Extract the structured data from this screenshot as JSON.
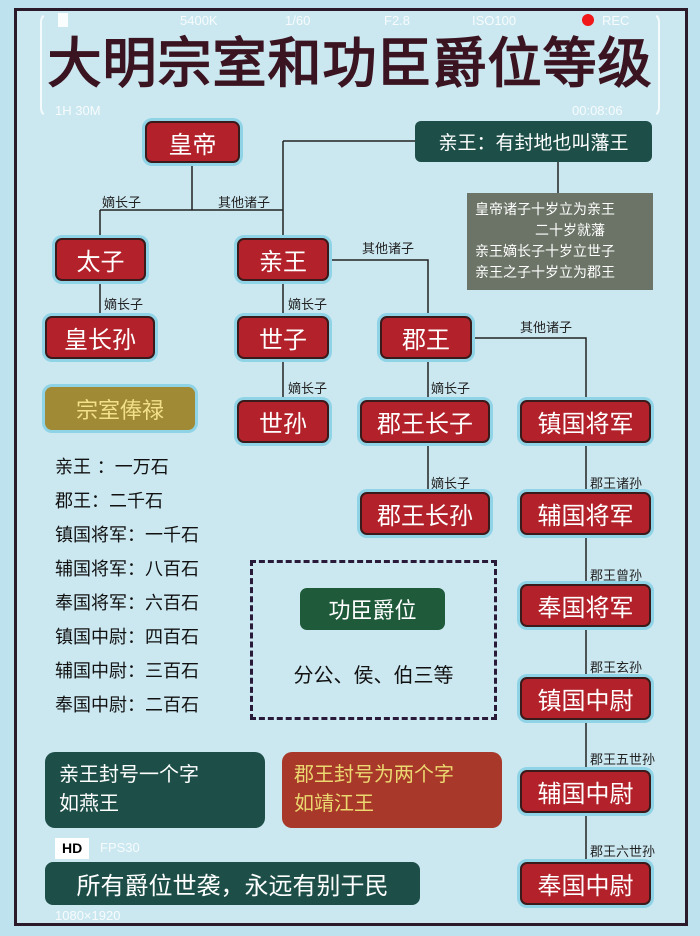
{
  "title": "大明宗室和功臣爵位等级",
  "nodes": {
    "emperor": "皇帝",
    "prince_note": "亲王：有封地也叫藩王",
    "crown_prince": "太子",
    "prince": "亲王",
    "eldest_grandson": "皇长孙",
    "heir": "世子",
    "commandery_prince": "郡王",
    "heir_grandson": "世孙",
    "cp_eldest_son": "郡王长子",
    "cp_eldest_grandson": "郡王长孙",
    "r1": "镇国将军",
    "r2": "辅国将军",
    "r3": "奉国将军",
    "r4": "镇国中尉",
    "r5": "辅国中尉",
    "r6": "奉国中尉"
  },
  "note_lines": [
    "皇帝诸子十岁立为亲王",
    "二十岁就藩",
    "亲王嫡长子十岁立世子",
    "亲王之子十岁立为郡王"
  ],
  "edge_labels": {
    "eldest_son": "嫡长子",
    "other_sons": "其他诸子",
    "cp_grandsons": "郡王诸孙",
    "cp_great_grandson": "郡王曾孙",
    "cp_g3": "郡王玄孙",
    "cp_g5": "郡王五世孙",
    "cp_g6": "郡王六世孙"
  },
  "stipend": {
    "title": "宗室俸禄",
    "items": [
      "亲王 ：一万石",
      "郡王：二千石",
      "镇国将军：一千石",
      "辅国将军：八百石",
      "奉国将军：六百石",
      "镇国中尉：四百石",
      "辅国中尉：三百石",
      "奉国中尉：二百石"
    ]
  },
  "merit": {
    "title": "功臣爵位",
    "desc": "分公、侯、伯三等"
  },
  "prince_title_note": [
    "亲王封号一个字",
    "如燕王"
  ],
  "cp_title_note": [
    "郡王封号为两个字",
    "如靖江王"
  ],
  "footer": "所有爵位世袭，永远有别于民",
  "hud": {
    "duration": "1H 30M",
    "wb": "5400K",
    "shutter": "1/60",
    "aperture": "F2.8",
    "iso": "ISO100",
    "rec": "REC",
    "timecode": "00:08:06",
    "quality": "HD",
    "fps": "FPS30",
    "resolution": "1080×1920"
  },
  "colors": {
    "red": "#b3222b",
    "teal": "#1d4e47",
    "gold": "#a08a35",
    "gray": "#6b7466"
  }
}
